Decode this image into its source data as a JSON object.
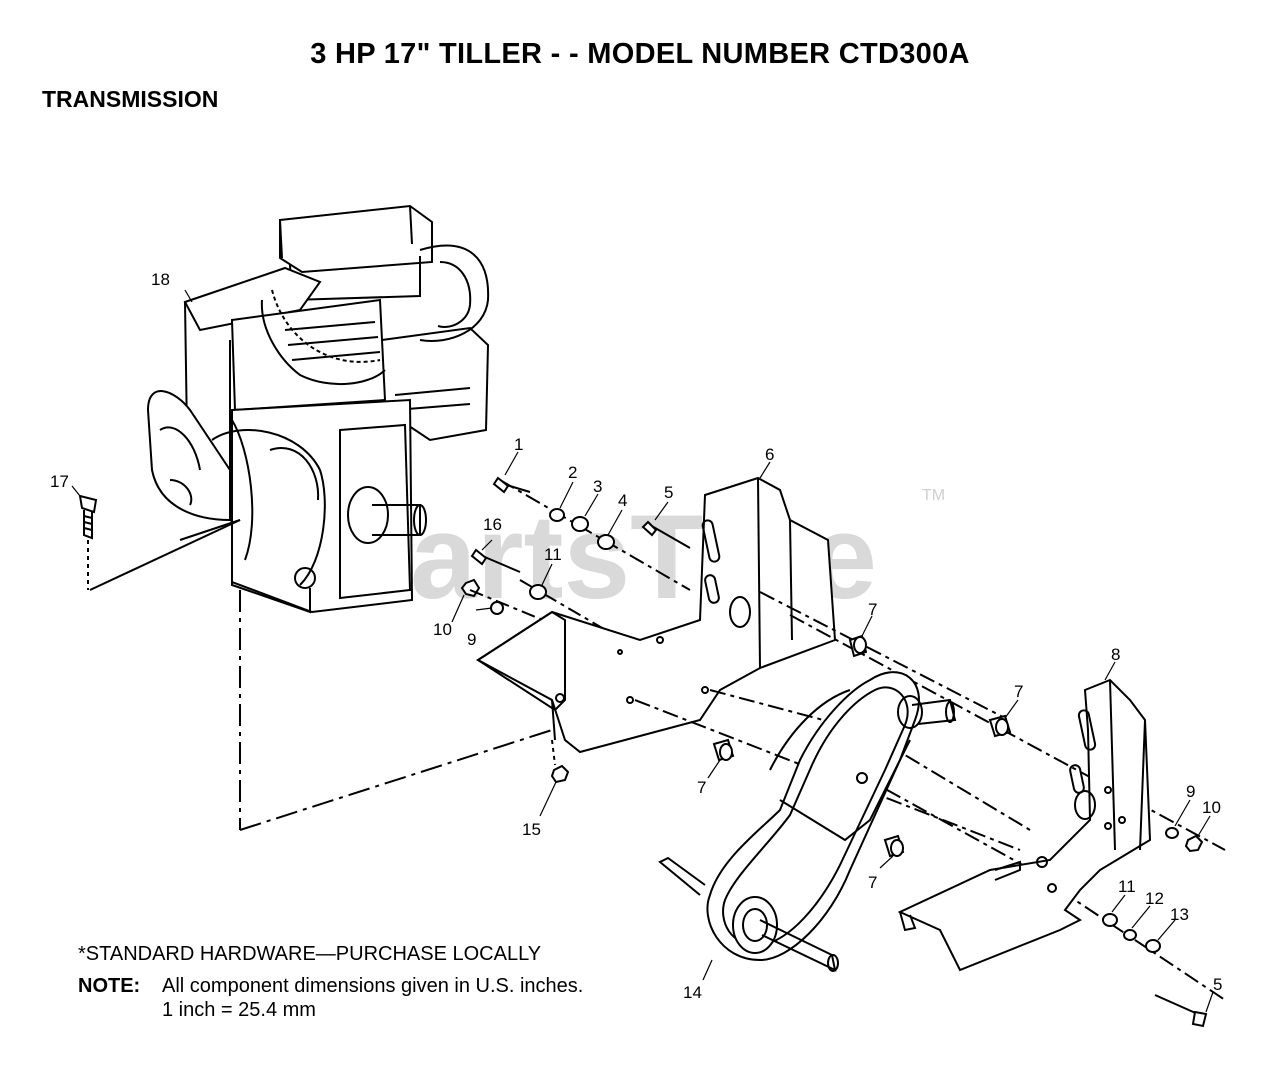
{
  "header": {
    "title": "3 HP 17\" TILLER - - MODEL NUMBER CTD300A",
    "section": "TRANSMISSION"
  },
  "watermark": {
    "text": "PartsTree",
    "tm": "TM"
  },
  "callouts": [
    {
      "id": "c1",
      "label": "1"
    },
    {
      "id": "c2",
      "label": "2"
    },
    {
      "id": "c3",
      "label": "3"
    },
    {
      "id": "c4",
      "label": "4"
    },
    {
      "id": "c5a",
      "label": "5"
    },
    {
      "id": "c6",
      "label": "6"
    },
    {
      "id": "c7a",
      "label": "7"
    },
    {
      "id": "c7b",
      "label": "7"
    },
    {
      "id": "c7c",
      "label": "7"
    },
    {
      "id": "c7d",
      "label": "7"
    },
    {
      "id": "c8",
      "label": "8"
    },
    {
      "id": "c9a",
      "label": "9"
    },
    {
      "id": "c9b",
      "label": "9"
    },
    {
      "id": "c10a",
      "label": "10"
    },
    {
      "id": "c10b",
      "label": "10"
    },
    {
      "id": "c11a",
      "label": "11"
    },
    {
      "id": "c11b",
      "label": "11"
    },
    {
      "id": "c12",
      "label": "12"
    },
    {
      "id": "c13",
      "label": "13"
    },
    {
      "id": "c14",
      "label": "14"
    },
    {
      "id": "c15",
      "label": "15"
    },
    {
      "id": "c16",
      "label": "16"
    },
    {
      "id": "c17",
      "label": "17"
    },
    {
      "id": "c18",
      "label": "18"
    },
    {
      "id": "c5b",
      "label": "5"
    }
  ],
  "notes": {
    "standard_hardware": "*STANDARD HARDWARE—PURCHASE LOCALLY",
    "note_label": "NOTE:",
    "note_text": "All component dimensions given in U.S. inches.",
    "conversion": "1 inch = 25.4 mm"
  }
}
